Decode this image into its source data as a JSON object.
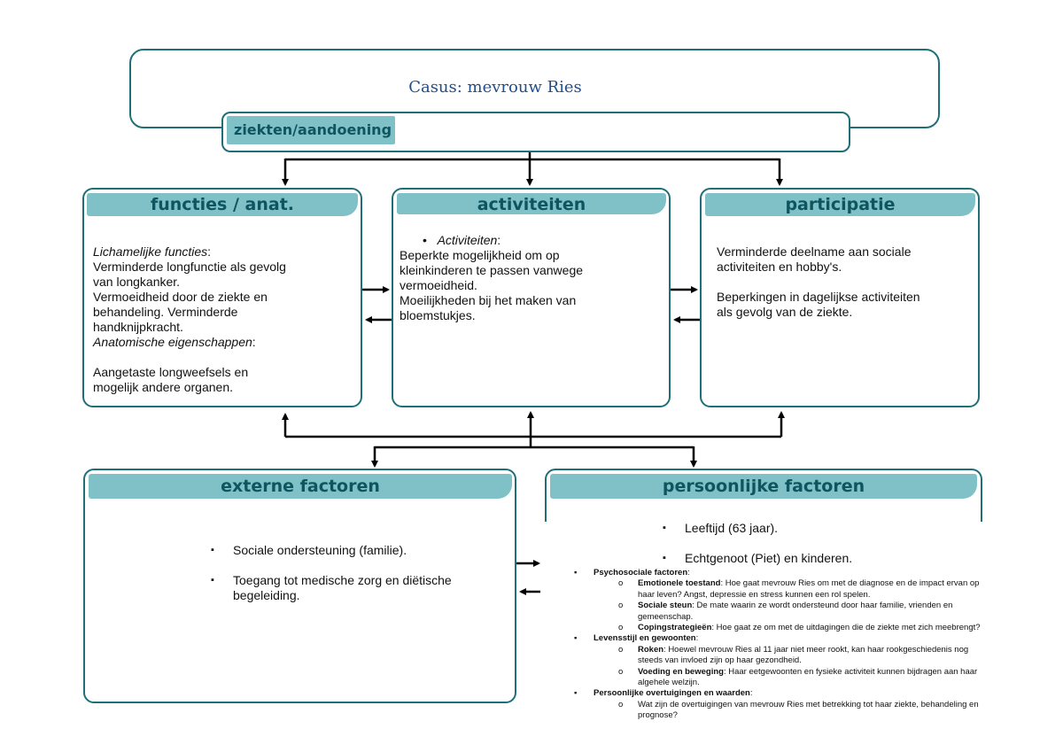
{
  "title": "Casus: mevrouw Ries",
  "disease_tab": "ziekten/aandoening",
  "functies": {
    "header": "functies / anat.",
    "lines": [
      {
        "text": "Lichamelijke functies",
        "italic": true,
        "suffix": ":"
      },
      {
        "text": "Verminderde longfunctie als gevolg"
      },
      {
        "text": "van longkanker."
      },
      {
        "text": "Vermoeidheid door de ziekte en"
      },
      {
        "text": "behandeling. Verminderde"
      },
      {
        "text": "handknijpkracht."
      },
      {
        "text": "Anatomische eigenschappen",
        "italic": true,
        "suffix": ":"
      },
      {
        "text": ""
      },
      {
        "text": "Aangetaste longweefsels en"
      },
      {
        "text": "mogelijk andere organen."
      }
    ]
  },
  "activiteiten": {
    "header": "activiteiten",
    "bullet": "Activiteiten",
    "lines": [
      "Beperkte mogelijkheid om op",
      "kleinkinderen te passen vanwege",
      "vermoeidheid.",
      "Moeilijkheden bij het maken van",
      "bloemstukjes."
    ]
  },
  "participatie": {
    "header": "participatie",
    "lines": [
      "Verminderde deelname aan sociale",
      "activiteiten en hobby's.",
      "",
      "Beperkingen in dagelijkse activiteiten",
      "als gevolg van de ziekte."
    ]
  },
  "externe": {
    "header": "externe factoren",
    "items": [
      [
        "Sociale ondersteuning (familie)."
      ],
      [
        "Toegang tot medische zorg en diëtische",
        "begeleiding."
      ]
    ]
  },
  "persoonlijk": {
    "header": "persoonlijke factoren",
    "items": [
      "Leeftijd (63 jaar).",
      "Echtgenoot (Piet) en kinderen."
    ],
    "detail": [
      {
        "level": 1,
        "bold": "Psychosociale factoren",
        "text": ":"
      },
      {
        "level": 2,
        "bold": "Emotionele toestand",
        "text": ": Hoe gaat mevrouw Ries om met de diagnose en de impact ervan op"
      },
      {
        "level": 3,
        "bold": "",
        "text": "haar leven? Angst, depressie en stress kunnen een rol spelen."
      },
      {
        "level": 2,
        "bold": "Sociale steun",
        "text": ": De mate waarin ze wordt ondersteund door haar familie, vrienden en"
      },
      {
        "level": 3,
        "bold": "",
        "text": "gemeenschap."
      },
      {
        "level": 2,
        "bold": "Copingstrategieën",
        "text": ": Hoe gaat ze om met de uitdagingen die de ziekte met zich meebrengt?"
      },
      {
        "level": 1,
        "bold": "Levensstijl en gewoonten",
        "text": ":"
      },
      {
        "level": 2,
        "bold": "Roken",
        "text": ": Hoewel mevrouw Ries al 11 jaar niet meer rookt, kan haar rookgeschiedenis nog"
      },
      {
        "level": 3,
        "bold": "",
        "text": "steeds van invloed zijn op haar gezondheid."
      },
      {
        "level": 2,
        "bold": "Voeding en beweging",
        "text": ": Haar eetgewoonten en fysieke activiteit kunnen bijdragen aan haar"
      },
      {
        "level": 3,
        "bold": "",
        "text": "algehele welzijn."
      },
      {
        "level": 1,
        "bold": "Persoonlijke overtuigingen en waarden",
        "text": ":"
      },
      {
        "level": 2,
        "bold": "",
        "text": "Wat zijn de overtuigingen van mevrouw Ries met betrekking tot haar ziekte, behandeling en"
      },
      {
        "level": 3,
        "bold": "",
        "text": "prognose?"
      }
    ]
  },
  "colors": {
    "border": "#1f6f78",
    "tab": "#7fc1c7",
    "tab_text": "#0f5560",
    "title": "#1f4e8c"
  }
}
